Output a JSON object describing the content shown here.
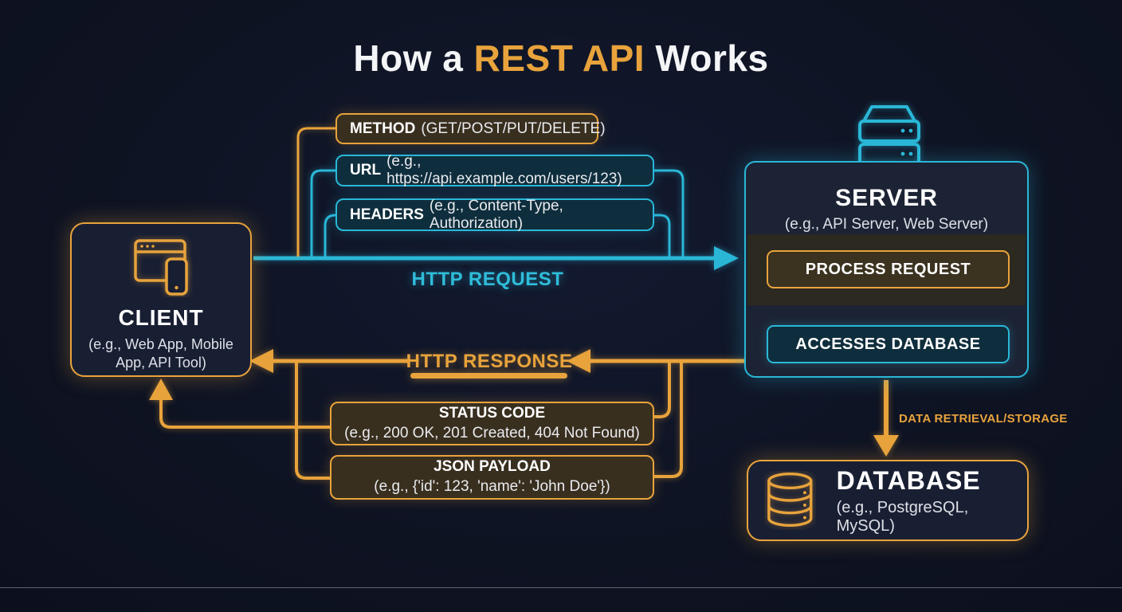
{
  "title": {
    "prefix": "How a ",
    "highlight": "REST API",
    "suffix": " Works"
  },
  "request": {
    "arrow_label": "HTTP REQUEST",
    "items": [
      {
        "label": "METHOD",
        "detail": "(GET/POST/PUT/DELETE)"
      },
      {
        "label": "URL",
        "detail": "(e.g., https://api.example.com/users/123)"
      },
      {
        "label": "HEADERS",
        "detail": "(e.g., Content-Type, Authorization)"
      }
    ]
  },
  "response": {
    "arrow_label": "HTTP RESPONSE",
    "items": [
      {
        "label": "STATUS CODE",
        "detail": "(e.g., 200 OK, 201 Created, 404 Not Found)"
      },
      {
        "label": "JSON PAYLOAD",
        "detail": "(e.g., {'id': 123, 'name': 'John Doe'})"
      }
    ]
  },
  "client": {
    "title": "CLIENT",
    "subtitle": "(e.g., Web App, Mobile App, API Tool)",
    "icon": "browser-phone-icon"
  },
  "server": {
    "title": "SERVER",
    "subtitle": "(e.g., API Server, Web Server)",
    "icon": "server-stack-icon",
    "steps": [
      {
        "label": "PROCESS REQUEST"
      },
      {
        "label": "ACCESSES DATABASE"
      }
    ]
  },
  "database": {
    "title": "DATABASE",
    "subtitle": "(e.g., PostgreSQL, MySQL)",
    "icon": "database-cylinder-icon",
    "flow_label": "DATA RETRIEVAL/STORAGE"
  },
  "colors": {
    "background": "#0e1322",
    "accent_orange": "#e8a33c",
    "accent_teal": "#2ab7d7",
    "text_primary": "#f4f5f7",
    "text_secondary": "#dde0e7"
  }
}
